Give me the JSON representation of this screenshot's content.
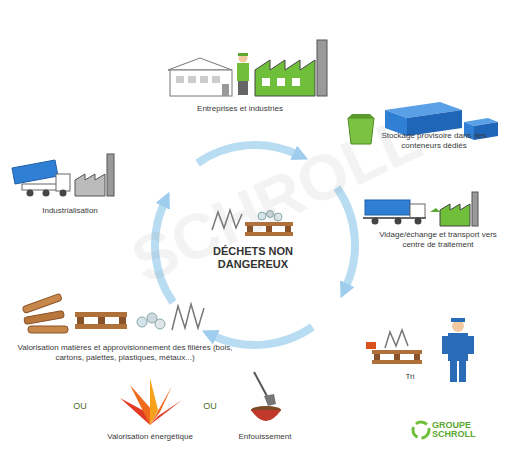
{
  "diagram": {
    "labels": [
      "Entreprises et industries",
      "Stockage provisoire dans des conteneurs dédiés",
      "Industrialisation",
      "DÉCHETS NON DANGEREUX",
      "Vidage/échange et transport vers centre de traitement",
      "Valorisation matières et approvisionnement des filières (bois, cartons, palettes, plastiques, métaux...)",
      "Tri",
      "OU",
      "OU",
      "Valorisation énergétique",
      "Enfouissement",
      "GROUPE SCHROLL",
      "SCHROLL"
    ]
  }
}
